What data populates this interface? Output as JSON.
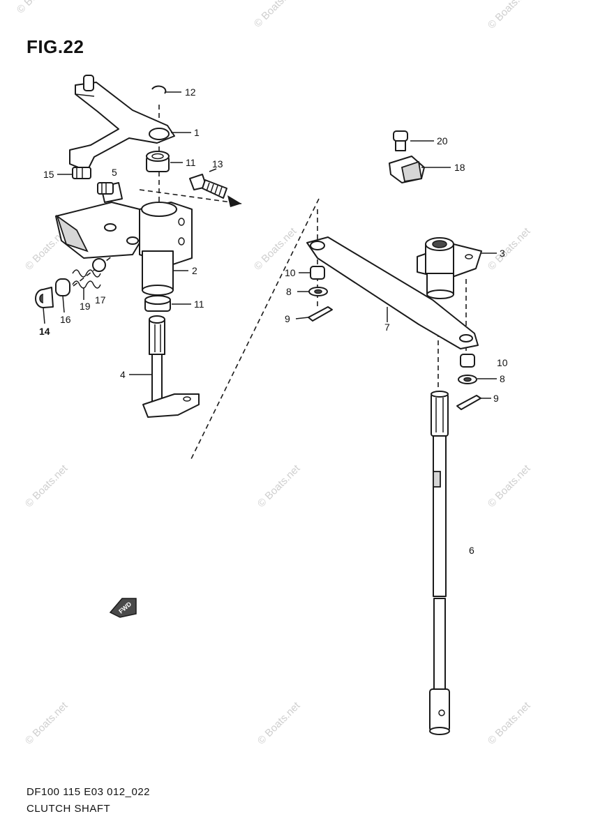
{
  "figure": {
    "title": "FIG.22",
    "code": "DF100 115 E03 012_022",
    "name": "CLUTCH SHAFT"
  },
  "watermark": "© Boats.net",
  "callouts": {
    "p1": "1",
    "p2": "2",
    "p3": "3",
    "p4": "4",
    "p5": "5",
    "p6": "6",
    "p7": "7",
    "p8a": "8",
    "p8b": "8",
    "p9a": "9",
    "p9b": "9",
    "p10a": "10",
    "p10b": "10",
    "p11a": "11",
    "p11b": "11",
    "p12": "12",
    "p13": "13",
    "p14": "14",
    "p15": "15",
    "p16": "16",
    "p17": "17",
    "p18": "18",
    "p19": "19",
    "p20": "20"
  },
  "fwd_label": "FWD",
  "colors": {
    "line": "#1a1a1a",
    "watermark": "#cfcfcf",
    "background": "#ffffff"
  }
}
